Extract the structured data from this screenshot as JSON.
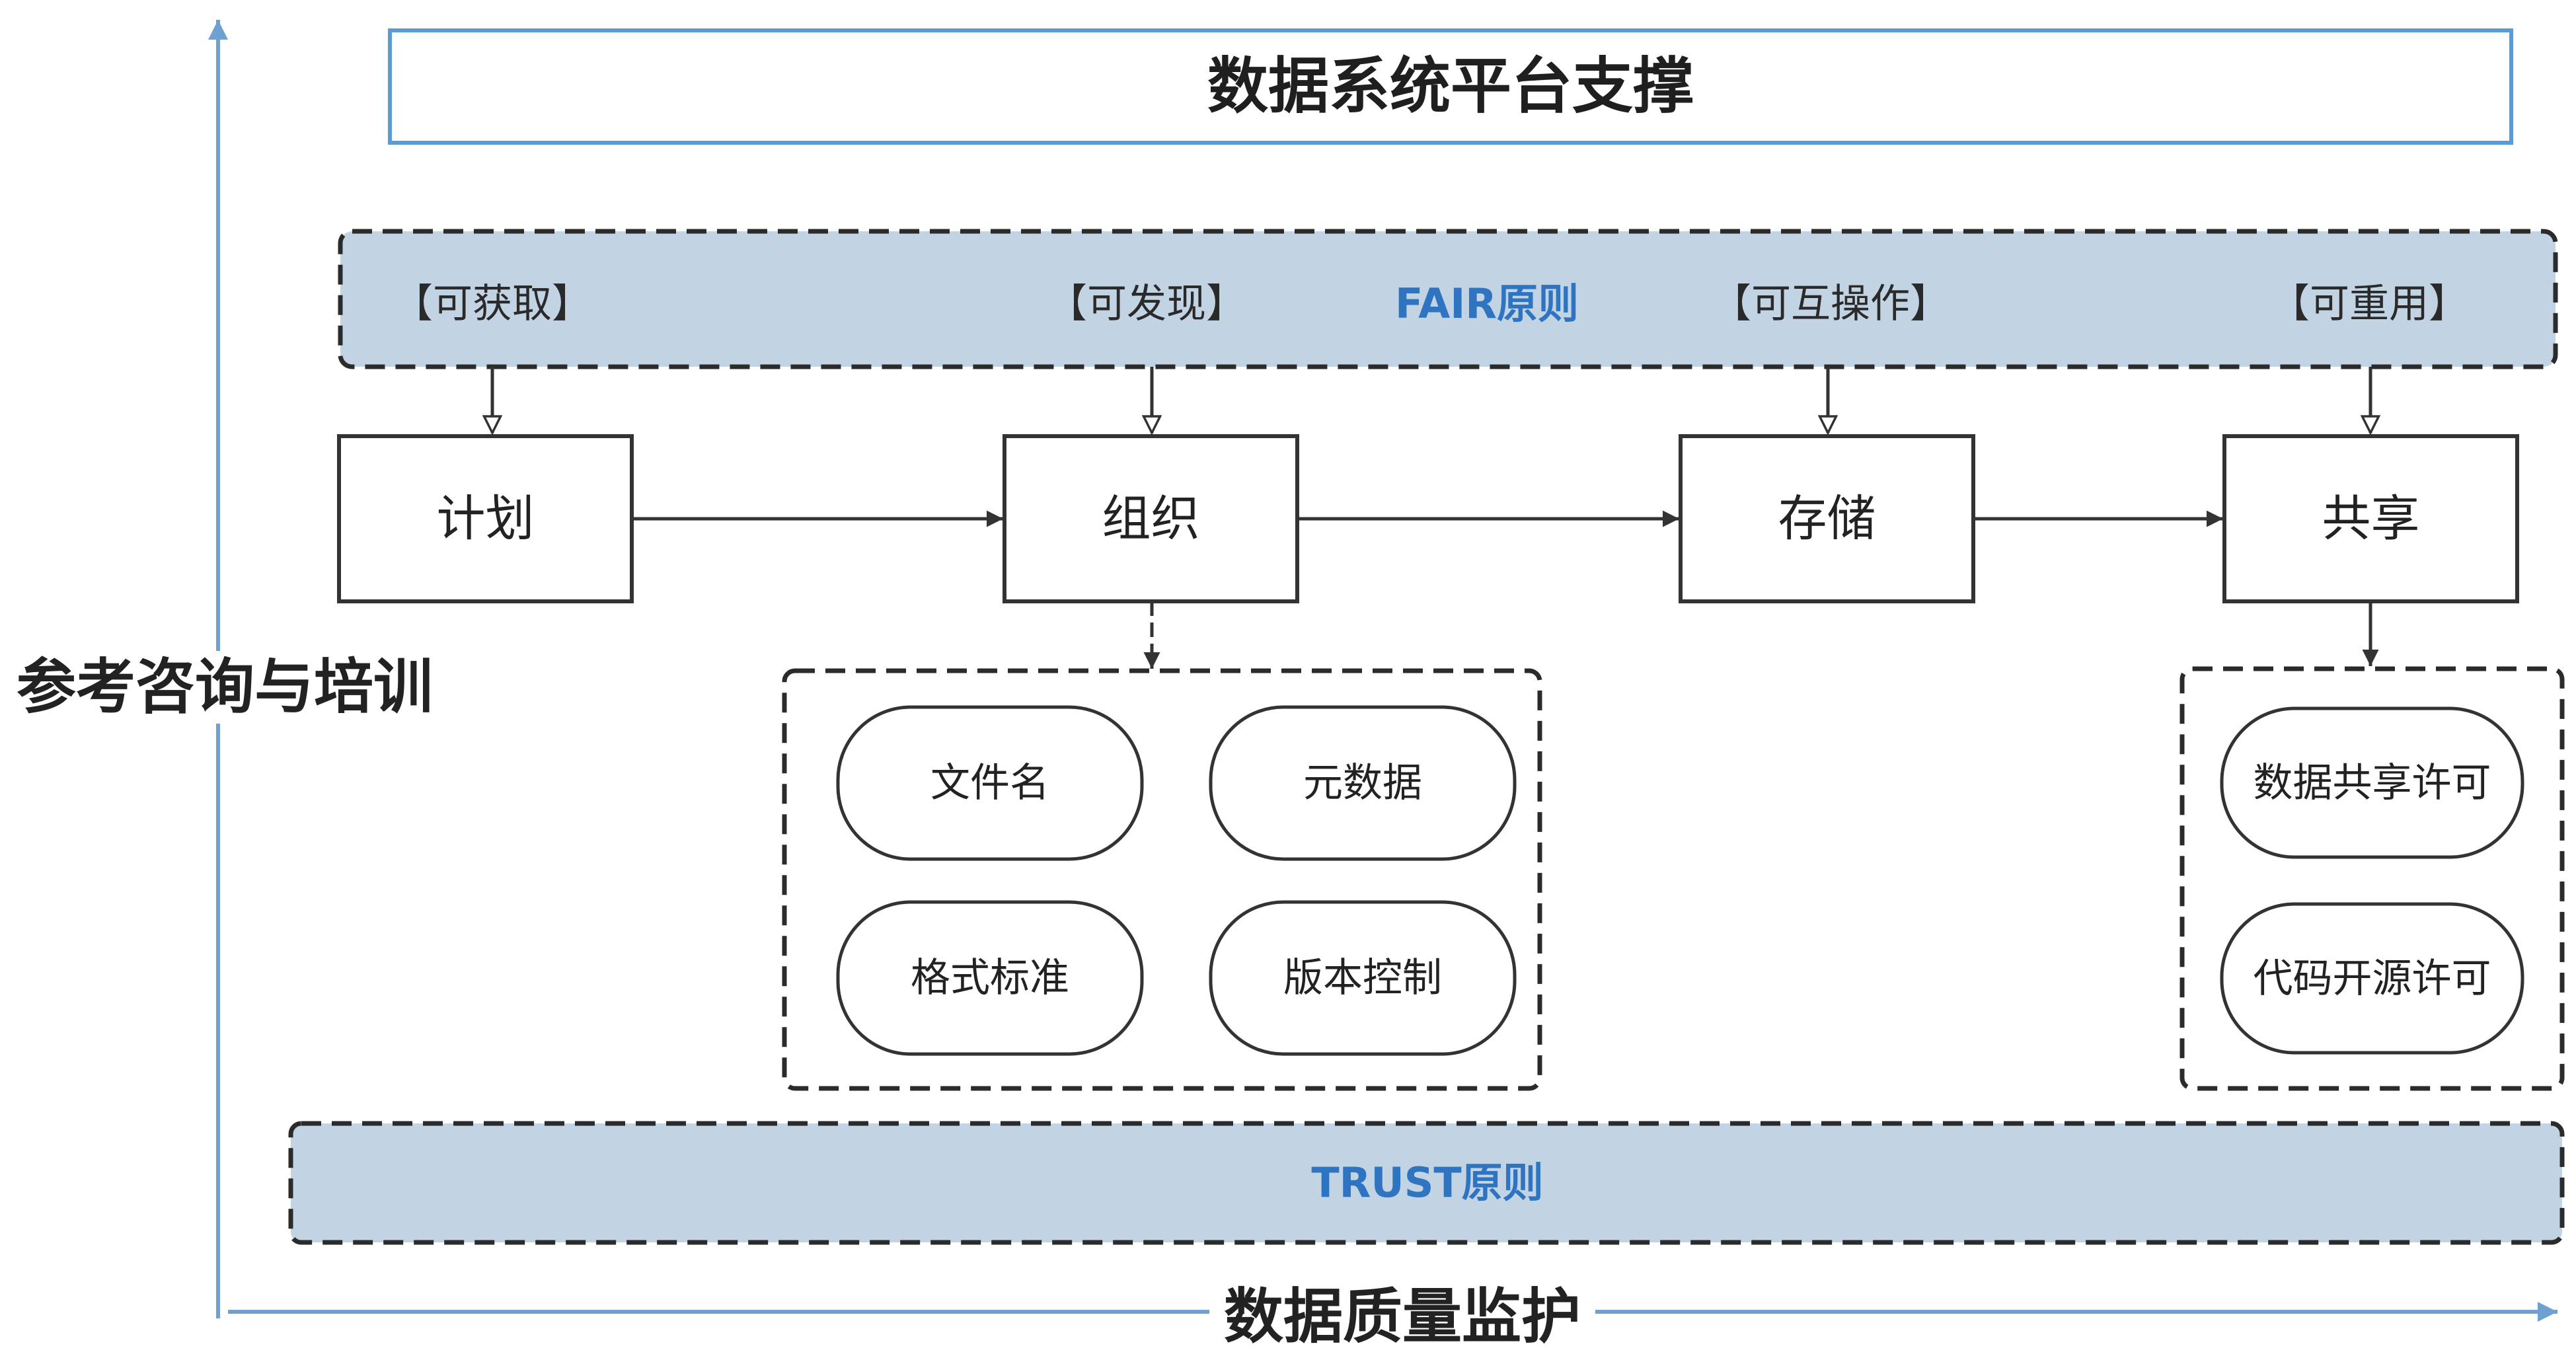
{
  "header": {
    "title": "数据系统平台支撑"
  },
  "fair": {
    "label": "FAIR原则",
    "items": [
      "【可获取】",
      "【可发现】",
      "【可互操作】",
      "【可重用】"
    ]
  },
  "steps": [
    "计划",
    "组织",
    "存储",
    "共享"
  ],
  "organize_box": {
    "items": [
      "文件名",
      "元数据",
      "格式标准",
      "版本控制"
    ]
  },
  "share_box": {
    "items": [
      "数据共享许可",
      "代码开源许可"
    ]
  },
  "trust": {
    "label": "TRUST原则"
  },
  "axes": {
    "y_label": "参考咨询与培训",
    "x_label": "数据质量监护"
  },
  "colors": {
    "axis_blue": "#6ea0d0",
    "band_fill": "#c2d3e4",
    "band_text": "#2e74c0",
    "header_border": "#5b9bd5",
    "stroke": "#333333"
  }
}
